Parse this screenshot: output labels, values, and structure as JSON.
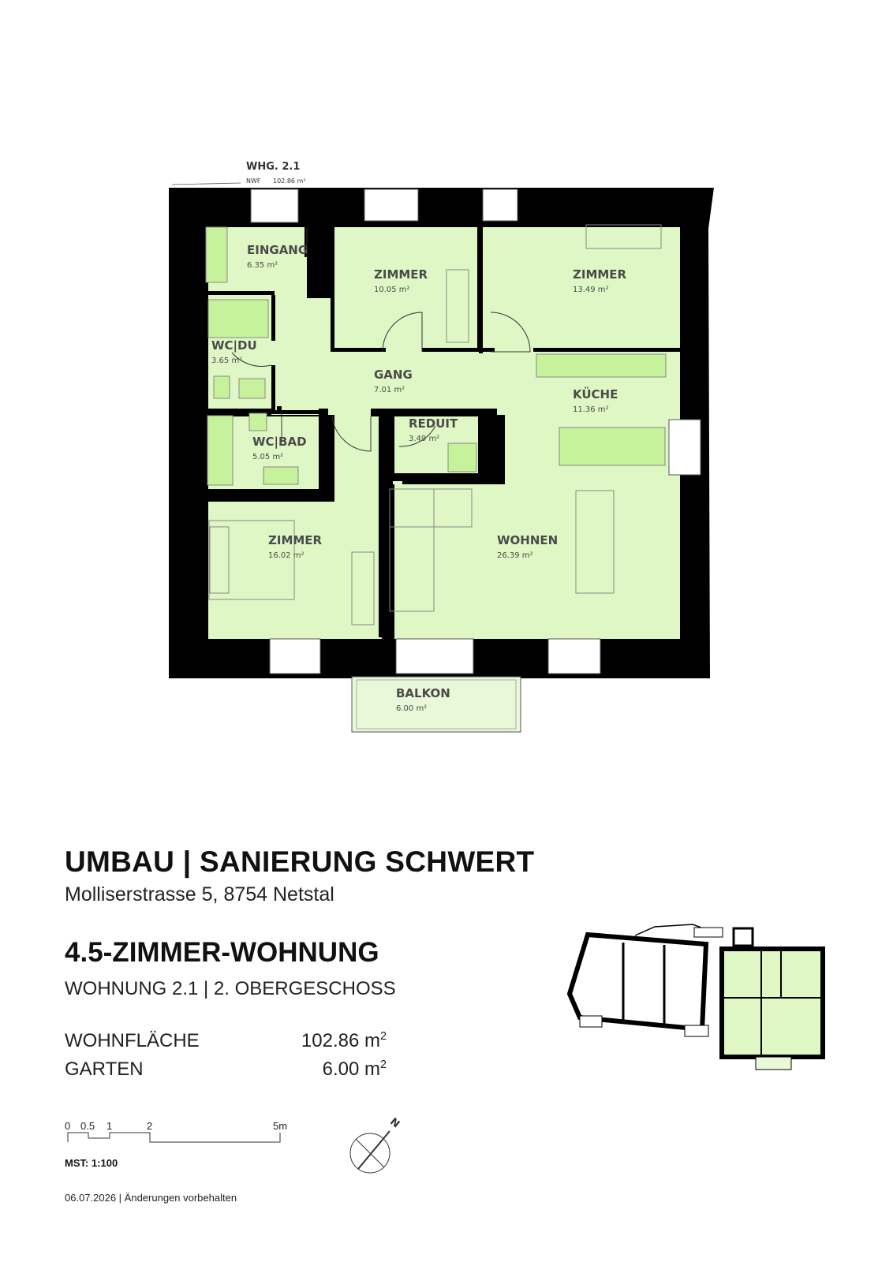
{
  "apartment_tag": {
    "label": "WHG. 2.1",
    "nwf": "NWF",
    "nwf_value": "102.86 m²"
  },
  "rooms": [
    {
      "id": "eingang",
      "name": "EINGANG",
      "area": "6.35 m²"
    },
    {
      "id": "zimmer1",
      "name": "ZIMMER",
      "area": "10.05 m²"
    },
    {
      "id": "zimmer2",
      "name": "ZIMMER",
      "area": "13.49 m²"
    },
    {
      "id": "wcdu",
      "name": "WC|DU",
      "area": "3.65 m²"
    },
    {
      "id": "gang",
      "name": "GANG",
      "area": "7.01 m²"
    },
    {
      "id": "kueche",
      "name": "KÜCHE",
      "area": "11.36 m²"
    },
    {
      "id": "reduit",
      "name": "REDUIT",
      "area": "3.49 m²"
    },
    {
      "id": "wcbad",
      "name": "WC|BAD",
      "area": "5.05 m²"
    },
    {
      "id": "zimmer3",
      "name": "ZIMMER",
      "area": "16.02 m²"
    },
    {
      "id": "wohnen",
      "name": "WOHNEN",
      "area": "26.39 m²"
    },
    {
      "id": "balkon",
      "name": "BALKON",
      "area": "6.00 m²"
    }
  ],
  "project": {
    "title": "UMBAU | SANIERUNG SCHWERT",
    "address": "Molliserstrasse 5, 8754 Netstal",
    "unit_title": "4.5-ZIMMER-WOHNUNG",
    "unit_subtitle": "WOHNUNG 2.1 | 2. OBERGESCHOSS"
  },
  "areas": {
    "wohnflaeche_label": "WOHNFLÄCHE",
    "wohnflaeche_value": "102.86 m",
    "garten_label": "GARTEN",
    "garten_value": "6.00 m",
    "unit_sup": "2"
  },
  "scale": {
    "ticks": [
      "0",
      "0.5",
      "1",
      "2",
      "5m"
    ],
    "label": "MST: 1:100"
  },
  "north": {
    "label": "N"
  },
  "footer": {
    "text": "06.07.2026 | Änderungen vorbehalten"
  },
  "colors": {
    "room_fill": "#dff7c4",
    "furniture_fill": "#c6f29c",
    "wall": "#000000",
    "balkon_fill": "#e9f8d8"
  }
}
